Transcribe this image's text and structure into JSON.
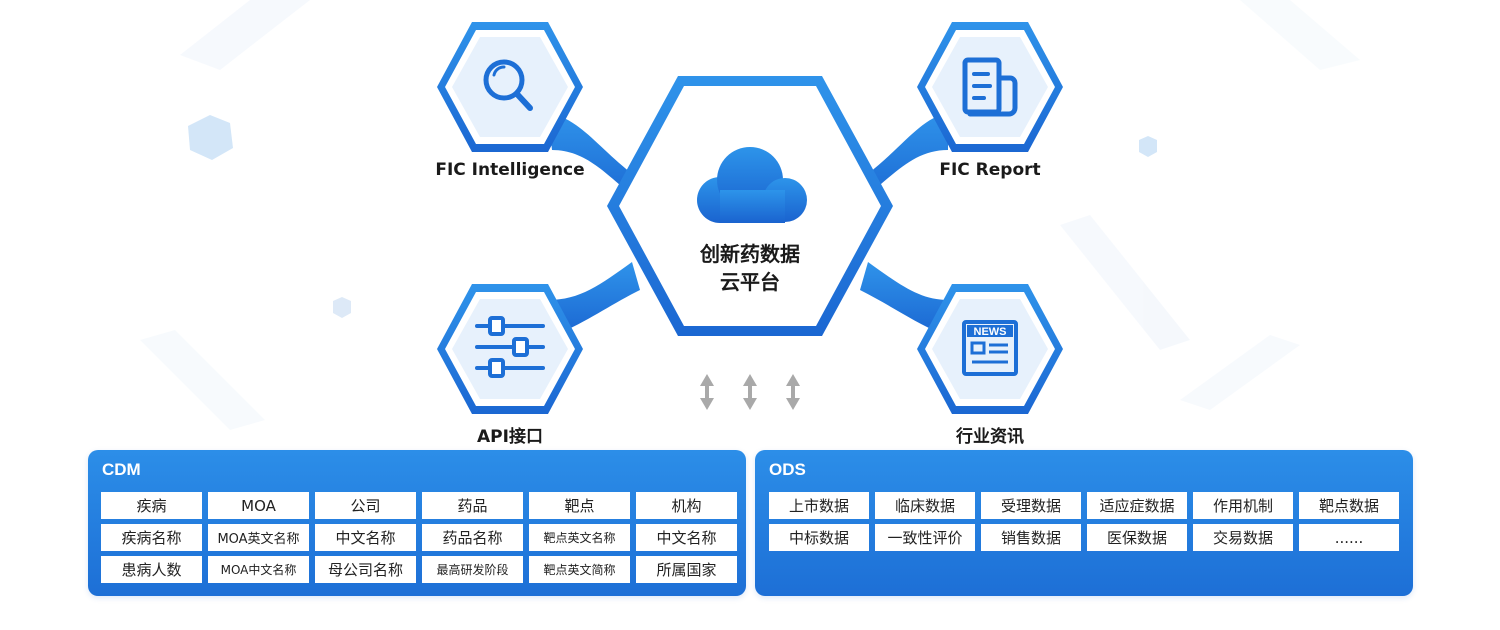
{
  "center": {
    "line1": "创新药数据",
    "line2": "云平台"
  },
  "nodes": [
    {
      "label": "FIC Intelligence",
      "icon": "search-icon"
    },
    {
      "label": "FIC Report",
      "icon": "report-icon"
    },
    {
      "label": "API接口",
      "icon": "sliders-icon"
    },
    {
      "label": "行业资讯",
      "icon": "news-icon"
    }
  ],
  "news_icon_text": "NEWS",
  "colors": {
    "primary": "#1d6fd6",
    "light": "#2c8ee8",
    "accent_bg": "#e7f1fc",
    "arrow": "#a9a9a9"
  },
  "cdm": {
    "title": "CDM",
    "rows": [
      [
        "疾病",
        "MOA",
        "公司",
        "药品",
        "靶点",
        "机构"
      ],
      [
        "疾病名称",
        "MOA英文名称",
        "中文名称",
        "药品名称",
        "靶点英文名称",
        "中文名称"
      ],
      [
        "患病人数",
        "MOA中文名称",
        "母公司名称",
        "最高研发阶段",
        "靶点英文简称",
        "所属国家"
      ]
    ]
  },
  "ods": {
    "title": "ODS",
    "rows": [
      [
        "上市数据",
        "临床数据",
        "受理数据",
        "适应症数据",
        "作用机制",
        "靶点数据"
      ],
      [
        "中标数据",
        "一致性评价",
        "销售数据",
        "医保数据",
        "交易数据",
        "......"
      ]
    ]
  }
}
